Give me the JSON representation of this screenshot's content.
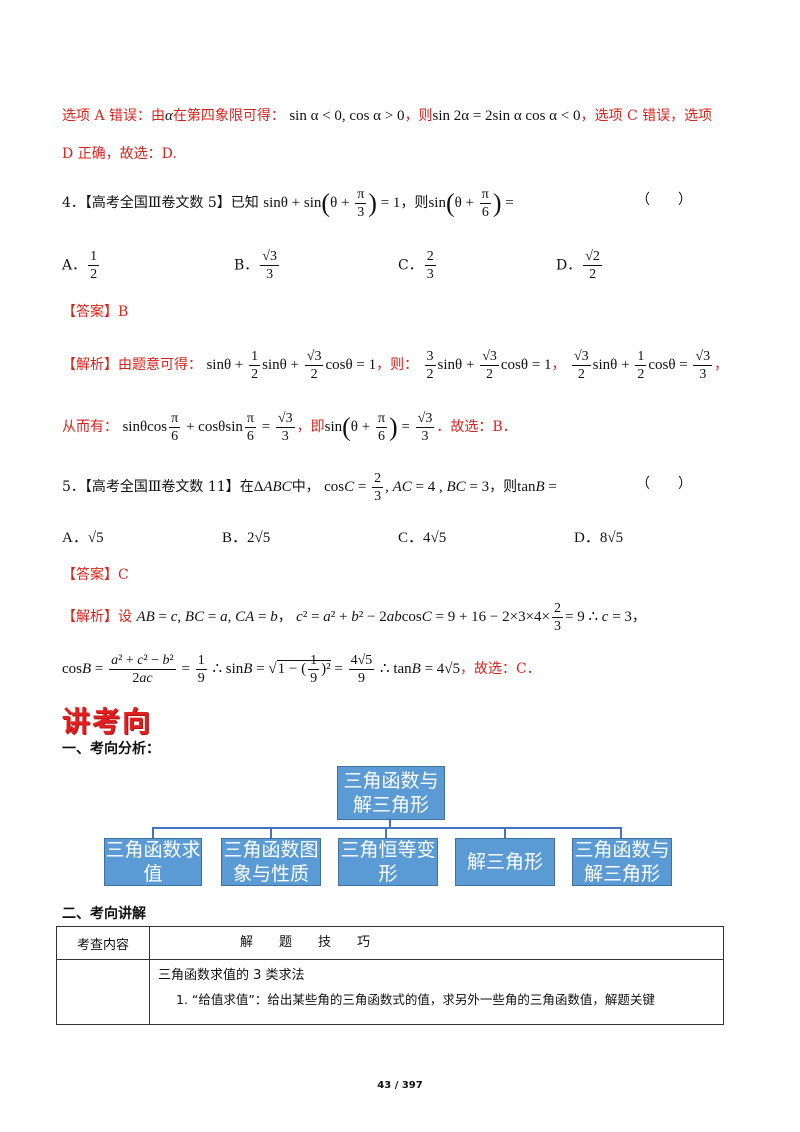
{
  "prev_solution": {
    "line1_prefix": "选项 A 错误：由",
    "line1_alpha": "α",
    "line1_mid": "在第四象限可得：",
    "line1_math1": "sin α < 0, cos α > 0",
    "line1_then": "，则",
    "line1_math2": "sin 2α = 2sin α cos α < 0",
    "line1_suffix": "，选项 C 错误，选项",
    "line2": "D 正确，故选：D."
  },
  "q4": {
    "number": "4．",
    "source": "【高考全国Ⅲ卷文数 5】",
    "stem_prefix": "已知",
    "stem_then": "，则",
    "bracket": "（　　）",
    "options": [
      {
        "label": "A．",
        "num": "1",
        "den": "2"
      },
      {
        "label": "B．",
        "num": "√3",
        "den": "3"
      },
      {
        "label": "C．",
        "num": "2",
        "den": "3"
      },
      {
        "label": "D．",
        "num": "√2",
        "den": "2"
      }
    ],
    "answer": "【答案】B",
    "analysis_label": "【解析】",
    "analysis_text1": "由题意可得：",
    "analysis_then": "，则：",
    "analysis_line2_prefix": "从而有：",
    "analysis_line2_mid": "，即",
    "analysis_line2_suffix": "．故选：B．"
  },
  "q5": {
    "number": "5．",
    "source": "【高考全国Ⅲ卷文数 11】",
    "stem_prefix": "在",
    "stem_mid": "中，",
    "stem_then": "，则",
    "bracket": "（　　）",
    "options": [
      {
        "label": "A．",
        "value": "√5"
      },
      {
        "label": "B．",
        "value": "2√5"
      },
      {
        "label": "C．",
        "value": "4√5"
      },
      {
        "label": "D．",
        "value": "8√5"
      }
    ],
    "answer": "【答案】C",
    "analysis_label": "【解析】",
    "analysis_text1": "设",
    "analysis_suffix": "故选：C．"
  },
  "section_title": "讲考向",
  "part1_title": "一、考向分析：",
  "diagram": {
    "root": "三角函数与解三角形",
    "children": [
      "三角函数求值",
      "三角函数图象与性质",
      "三角恒等变形",
      "解三角形",
      "三角函数与解三角形"
    ]
  },
  "part2_title": "二、考向讲解",
  "table": {
    "header_col1": "考查内容",
    "header_col2": "解　　题　　技　　巧",
    "row1_line1": "三角函数求值的 3 类求法",
    "row1_line2": "1. “给值求值”：给出某些角的三角函数式的值，求另外一些角的三角函数值，解题关键"
  },
  "footer": {
    "page": "43 / 397"
  }
}
